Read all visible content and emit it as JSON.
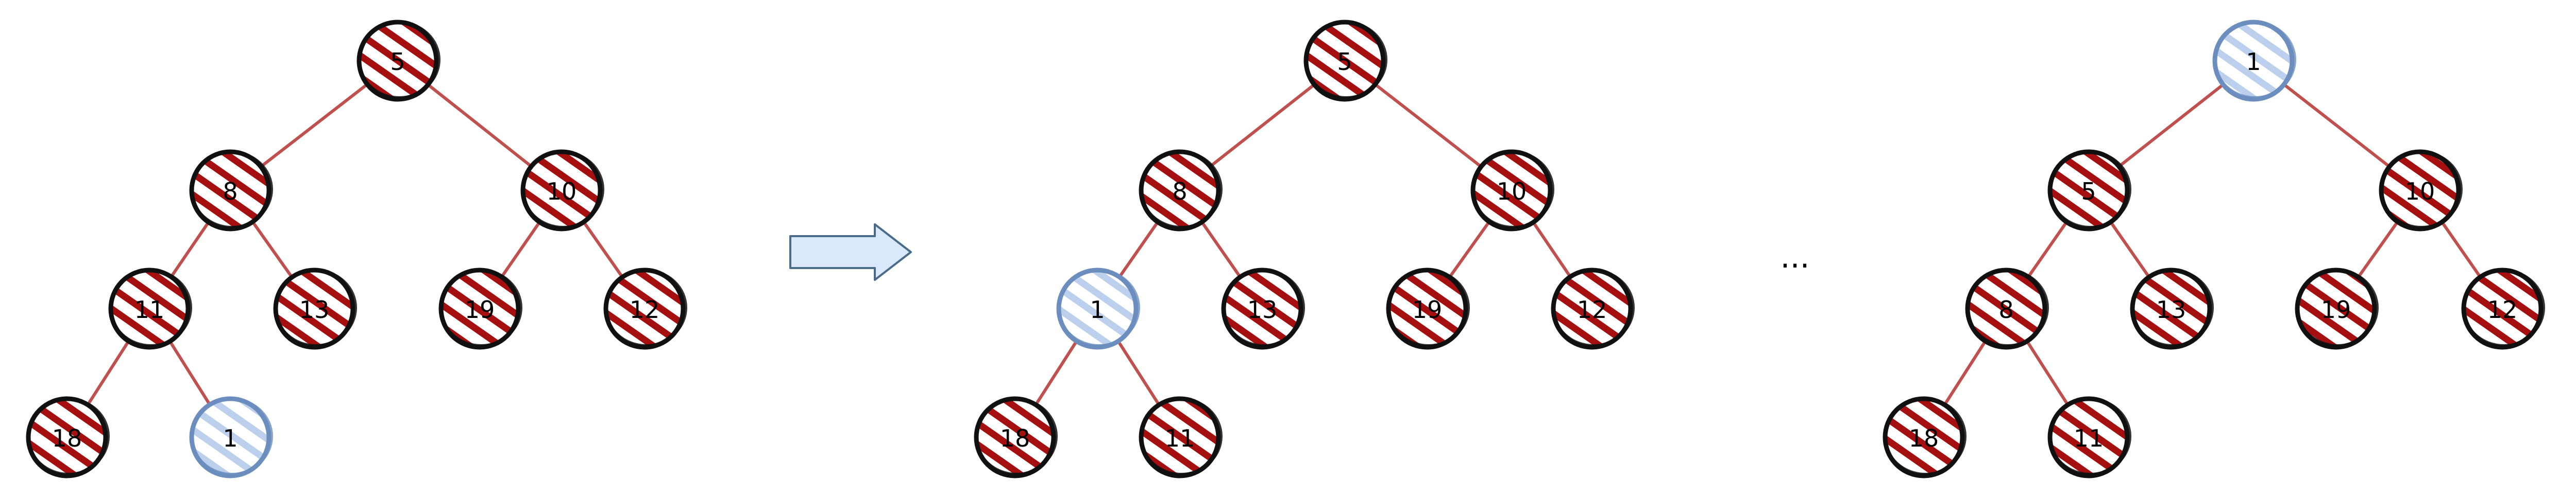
{
  "colors": {
    "edge": "#c0504d",
    "node_hatch": "#a50f0f",
    "node_outline": "#111111",
    "highlight_hatch": "#bcd0ee",
    "highlight_outline": "#6c8ebf",
    "arrow_fill": "#dae8fc",
    "arrow_stroke": "#4a6b8a"
  },
  "separator_label": "...",
  "trees": [
    {
      "nodes": [
        {
          "id": "n5",
          "label": "5",
          "highlighted": false
        },
        {
          "id": "n8",
          "label": "8",
          "highlighted": false
        },
        {
          "id": "n10",
          "label": "10",
          "highlighted": false
        },
        {
          "id": "n11",
          "label": "11",
          "highlighted": false
        },
        {
          "id": "n13",
          "label": "13",
          "highlighted": false
        },
        {
          "id": "n19",
          "label": "19",
          "highlighted": false
        },
        {
          "id": "n12",
          "label": "12",
          "highlighted": false
        },
        {
          "id": "n18",
          "label": "18",
          "highlighted": false
        },
        {
          "id": "n1",
          "label": "1",
          "highlighted": true
        }
      ],
      "edges": [
        [
          "n5",
          "n8"
        ],
        [
          "n5",
          "n10"
        ],
        [
          "n8",
          "n11"
        ],
        [
          "n8",
          "n13"
        ],
        [
          "n10",
          "n19"
        ],
        [
          "n10",
          "n12"
        ],
        [
          "n11",
          "n18"
        ],
        [
          "n11",
          "n1"
        ]
      ]
    },
    {
      "nodes": [
        {
          "id": "n5",
          "label": "5",
          "highlighted": false
        },
        {
          "id": "n8",
          "label": "8",
          "highlighted": false
        },
        {
          "id": "n10",
          "label": "10",
          "highlighted": false
        },
        {
          "id": "n1",
          "label": "1",
          "highlighted": true
        },
        {
          "id": "n13",
          "label": "13",
          "highlighted": false
        },
        {
          "id": "n19",
          "label": "19",
          "highlighted": false
        },
        {
          "id": "n12",
          "label": "12",
          "highlighted": false
        },
        {
          "id": "n18",
          "label": "18",
          "highlighted": false
        },
        {
          "id": "n11",
          "label": "11",
          "highlighted": false
        }
      ],
      "edges": [
        [
          "n5",
          "n8"
        ],
        [
          "n5",
          "n10"
        ],
        [
          "n8",
          "n1"
        ],
        [
          "n8",
          "n13"
        ],
        [
          "n10",
          "n19"
        ],
        [
          "n10",
          "n12"
        ],
        [
          "n1",
          "n18"
        ],
        [
          "n1",
          "n11"
        ]
      ]
    },
    {
      "nodes": [
        {
          "id": "n1",
          "label": "1",
          "highlighted": true
        },
        {
          "id": "n5",
          "label": "5",
          "highlighted": false
        },
        {
          "id": "n10",
          "label": "10",
          "highlighted": false
        },
        {
          "id": "n8",
          "label": "8",
          "highlighted": false
        },
        {
          "id": "n13",
          "label": "13",
          "highlighted": false
        },
        {
          "id": "n19",
          "label": "19",
          "highlighted": false
        },
        {
          "id": "n12",
          "label": "12",
          "highlighted": false
        },
        {
          "id": "n18",
          "label": "18",
          "highlighted": false
        },
        {
          "id": "n11",
          "label": "11",
          "highlighted": false
        }
      ],
      "edges": [
        [
          "n1",
          "n5"
        ],
        [
          "n1",
          "n10"
        ],
        [
          "n5",
          "n8"
        ],
        [
          "n5",
          "n13"
        ],
        [
          "n10",
          "n19"
        ],
        [
          "n10",
          "n12"
        ],
        [
          "n8",
          "n18"
        ],
        [
          "n8",
          "n11"
        ]
      ]
    }
  ]
}
